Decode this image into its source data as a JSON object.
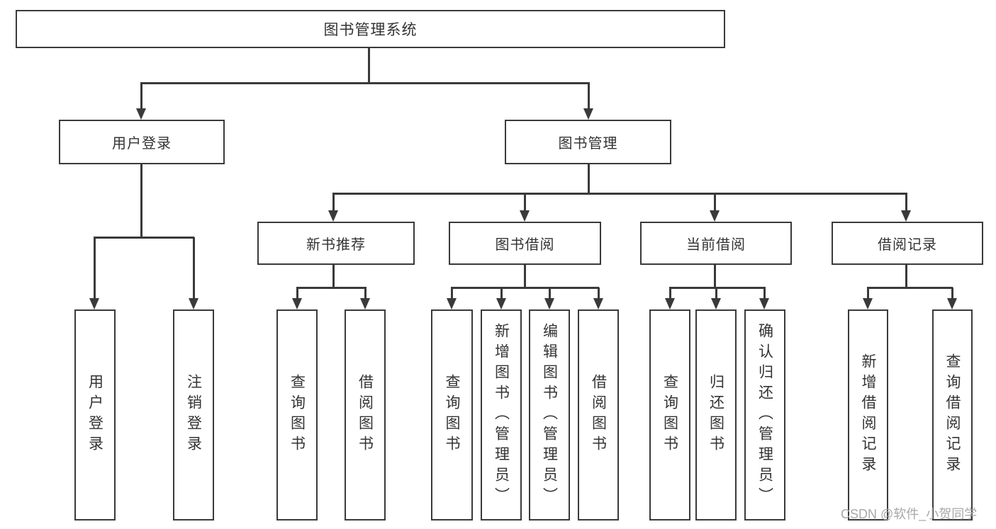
{
  "diagram": {
    "root": {
      "label": "图书管理系统"
    },
    "level2": [
      {
        "label": "用户登录"
      },
      {
        "label": "图书管理"
      }
    ],
    "level3": [
      {
        "label": "新书推荐"
      },
      {
        "label": "图书借阅"
      },
      {
        "label": "当前借阅"
      },
      {
        "label": "借阅记录"
      }
    ],
    "leaves": {
      "user_login": [
        "用户登录",
        "注销登录"
      ],
      "new_book": [
        "查询图书",
        "借阅图书"
      ],
      "book_borrow": [
        "查询图书",
        "新增图书（管理员）",
        "编辑图书（管理员）",
        "借阅图书"
      ],
      "current_borrow": [
        "查询图书",
        "归还图书",
        "确认归还（管理员）"
      ],
      "borrow_record": [
        "新增借阅记录",
        "查询借阅记录"
      ]
    }
  },
  "watermark": {
    "text": "CSDN @软件_小贺同学"
  },
  "colors": {
    "line": "#3a3a3a",
    "text": "#333333",
    "watermark": "#a8a8a8",
    "background": "#ffffff"
  }
}
